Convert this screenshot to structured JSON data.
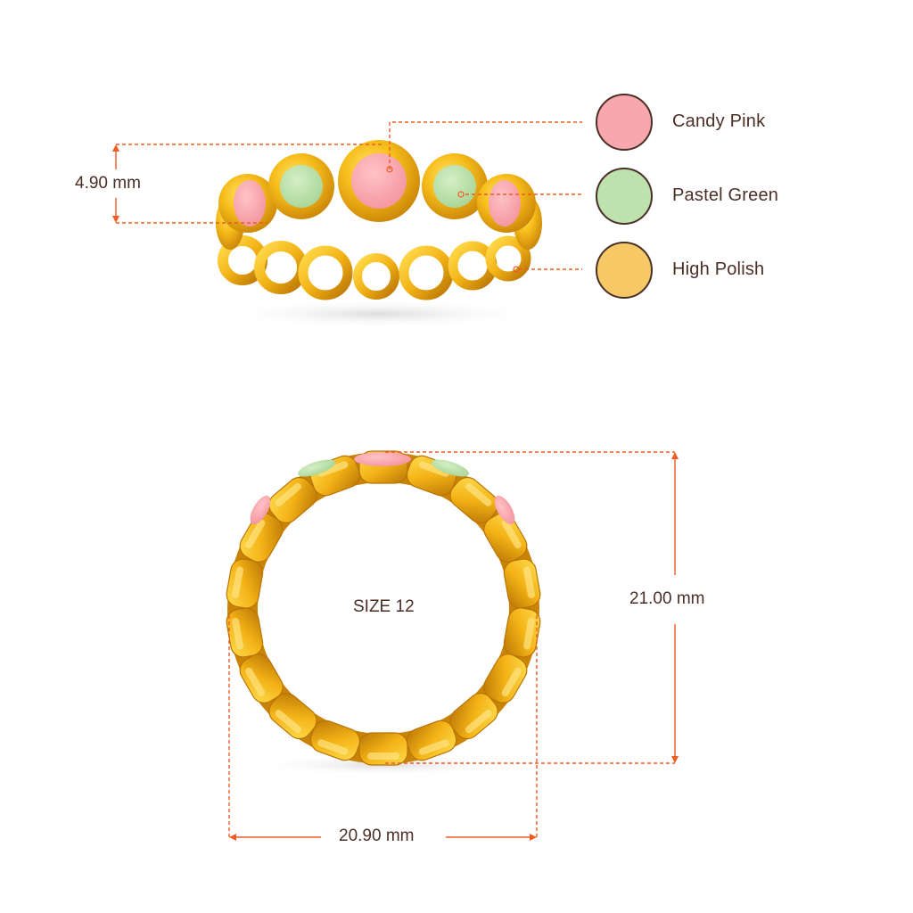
{
  "legend": [
    {
      "label": "Candy Pink",
      "color": "#f9a7ae"
    },
    {
      "label": "Pastel Green",
      "color": "#bde2ad"
    },
    {
      "label": "High Polish",
      "color": "#f6c966"
    }
  ],
  "dimensions": {
    "band_width": "4.90 mm",
    "height": "21.00 mm",
    "width": "20.90 mm"
  },
  "size_label": "SIZE 12",
  "colors": {
    "gold": "#f2b318",
    "gold_dark": "#c07d06",
    "gold_light": "#ffd84a",
    "dimension_line": "#ee5b23",
    "text": "#4a2f26"
  }
}
